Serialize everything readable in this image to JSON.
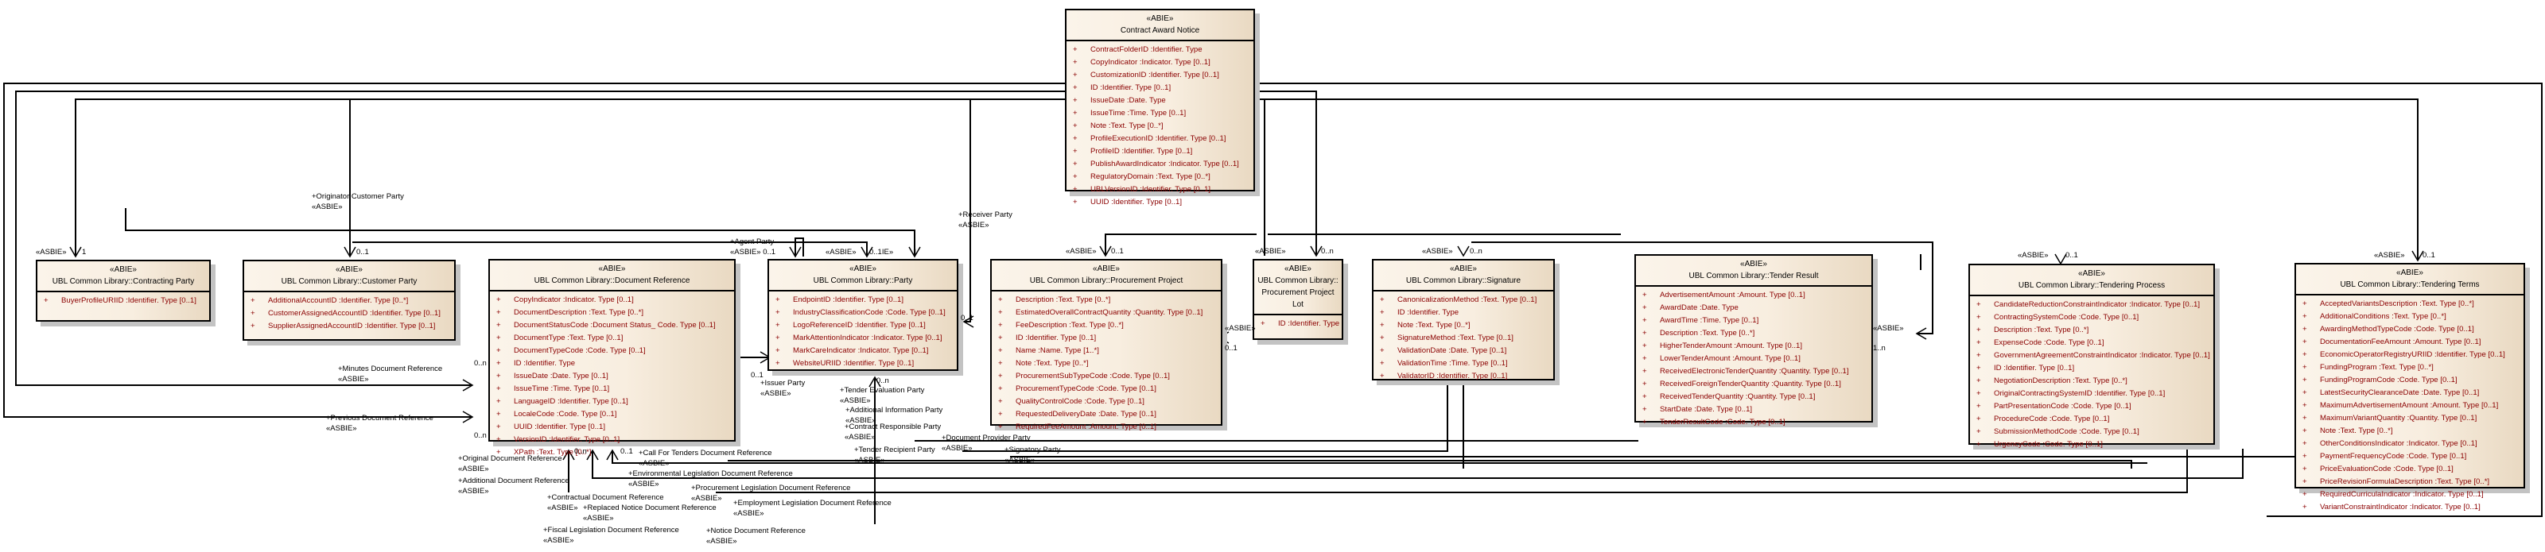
{
  "classes": {
    "contract_award_notice": {
      "stereotype": "«ABIE»",
      "name": "Contract Award Notice",
      "attributes": [
        "ContractFolderID  :Identifier. Type",
        "CopyIndicator  :Indicator. Type [0..1]",
        "CustomizationID  :Identifier. Type [0..1]",
        "ID  :Identifier. Type [0..1]",
        "IssueDate  :Date. Type",
        "IssueTime  :Time. Type [0..1]",
        "Note  :Text. Type [0..*]",
        "ProfileExecutionID  :Identifier. Type [0..1]",
        "ProfileID  :Identifier. Type [0..1]",
        "PublishAwardIndicator  :Indicator. Type [0..1]",
        "RegulatoryDomain  :Text. Type [0..*]",
        "UBLVersionID  :Identifier. Type [0..1]",
        "UUID  :Identifier. Type [0..1]"
      ]
    },
    "contracting_party": {
      "stereotype": "«ABIE»",
      "name": "UBL Common Library::Contracting Party",
      "attributes": [
        "BuyerProfileURIID  :Identifier. Type [0..1]"
      ]
    },
    "customer_party": {
      "stereotype": "«ABIE»",
      "name": "UBL Common Library::Customer Party",
      "attributes": [
        "AdditionalAccountID  :Identifier. Type [0..*]",
        "CustomerAssignedAccountID  :Identifier. Type [0..1]",
        "SupplierAssignedAccountID  :Identifier. Type [0..1]"
      ]
    },
    "document_reference": {
      "stereotype": "«ABIE»",
      "name": "UBL Common Library::Document Reference",
      "attributes": [
        "CopyIndicator  :Indicator. Type [0..1]",
        "DocumentDescription  :Text. Type [0..*]",
        "DocumentStatusCode  :Document Status_ Code. Type [0..1]",
        "DocumentType  :Text. Type [0..1]",
        "DocumentTypeCode  :Code. Type [0..1]",
        "ID  :Identifier. Type",
        "IssueDate  :Date. Type [0..1]",
        "IssueTime  :Time. Type [0..1]",
        "LanguageID  :Identifier. Type [0..1]",
        "LocaleCode  :Code. Type [0..1]",
        "UUID  :Identifier. Type [0..1]",
        "VersionID  :Identifier. Type [0..1]",
        "XPath  :Text. Type [0..*]"
      ]
    },
    "party": {
      "stereotype": "«ABIE»",
      "name": "UBL Common Library::Party",
      "attributes": [
        "EndpointID  :Identifier. Type [0..1]",
        "IndustryClassificationCode  :Code. Type [0..1]",
        "LogoReferenceID  :Identifier. Type [0..1]",
        "MarkAttentionIndicator  :Indicator. Type [0..1]",
        "MarkCareIndicator  :Indicator. Type [0..1]",
        "WebsiteURIID  :Identifier. Type [0..1]"
      ]
    },
    "procurement_project": {
      "stereotype": "«ABIE»",
      "name": "UBL Common Library::Procurement Project",
      "attributes": [
        "Description  :Text. Type [0..*]",
        "EstimatedOverallContractQuantity  :Quantity. Type [0..1]",
        "FeeDescription  :Text. Type [0..*]",
        "ID  :Identifier. Type [0..1]",
        "Name  :Name. Type [1..*]",
        "Note  :Text. Type [0..*]",
        "ProcurementSubTypeCode  :Code. Type [0..1]",
        "ProcurementTypeCode  :Code. Type [0..1]",
        "QualityControlCode  :Code. Type [0..1]",
        "RequestedDeliveryDate  :Date. Type [0..1]",
        "RequiredFeeAmount  :Amount. Type [0..1]"
      ]
    },
    "procurement_project_lot": {
      "stereotype": "«ABIE»",
      "name": "UBL Common Library:: Procurement Project Lot",
      "attributes": [
        "ID  :Identifier. Type"
      ]
    },
    "signature": {
      "stereotype": "«ABIE»",
      "name": "UBL Common Library::Signature",
      "attributes": [
        "CanonicalizationMethod  :Text. Type [0..1]",
        "ID  :Identifier. Type",
        "Note  :Text. Type [0..*]",
        "SignatureMethod  :Text. Type [0..1]",
        "ValidationDate  :Date. Type [0..1]",
        "ValidationTime  :Time. Type [0..1]",
        "ValidatorID  :Identifier. Type [0..1]"
      ]
    },
    "tender_result": {
      "stereotype": "«ABIE»",
      "name": "UBL Common Library::Tender Result",
      "attributes": [
        "AdvertisementAmount  :Amount. Type [0..1]",
        "AwardDate  :Date. Type",
        "AwardTime  :Time. Type [0..1]",
        "Description  :Text. Type [0..*]",
        "HigherTenderAmount  :Amount. Type [0..1]",
        "LowerTenderAmount  :Amount. Type [0..1]",
        "ReceivedElectronicTenderQuantity  :Quantity. Type [0..1]",
        "ReceivedForeignTenderQuantity  :Quantity. Type [0..1]",
        "ReceivedTenderQuantity  :Quantity. Type [0..1]",
        "StartDate  :Date. Type [0..1]",
        "TenderResultCode  :Code. Type [0..1]"
      ]
    },
    "tendering_process": {
      "stereotype": "«ABIE»",
      "name": "UBL Common Library::Tendering Process",
      "attributes": [
        "CandidateReductionConstraintIndicator  :Indicator. Type [0..1]",
        "ContractingSystemCode  :Code. Type [0..1]",
        "Description  :Text. Type [0..*]",
        "ExpenseCode  :Code. Type [0..1]",
        "GovernmentAgreementConstraintIndicator  :Indicator. Type [0..1]",
        "ID  :Identifier. Type [0..1]",
        "NegotiationDescription  :Text. Type [0..*]",
        "OriginalContractingSystemID  :Identifier. Type [0..1]",
        "PartPresentationCode  :Code. Type [0..1]",
        "ProcedureCode  :Code. Type [0..1]",
        "SubmissionMethodCode  :Code. Type [0..1]",
        "UrgencyCode  :Code. Type [0..1]"
      ]
    },
    "tendering_terms": {
      "stereotype": "«ABIE»",
      "name": "UBL Common Library::Tendering Terms",
      "attributes": [
        "AcceptedVariantsDescription  :Text. Type [0..*]",
        "AdditionalConditions  :Text. Type [0..*]",
        "AwardingMethodTypeCode  :Code. Type [0..1]",
        "DocumentationFeeAmount  :Amount. Type [0..1]",
        "EconomicOperatorRegistryURIID  :Identifier. Type [0..1]",
        "FundingProgram  :Text. Type [0..*]",
        "FundingProgramCode  :Code. Type [0..1]",
        "LatestSecurityClearanceDate  :Date. Type [0..1]",
        "MaximumAdvertisementAmount  :Amount. Type [0..1]",
        "MaximumVariantQuantity  :Quantity. Type [0..1]",
        "Note  :Text. Type [0..*]",
        "OtherConditionsIndicator  :Indicator. Type [0..1]",
        "PaymentFrequencyCode  :Code. Type [0..1]",
        "PriceEvaluationCode  :Code. Type [0..1]",
        "PriceRevisionFormulaDescription  :Text. Type [0..*]",
        "RequiredCurriculaIndicator  :Indicator. Type [0..1]",
        "VariantConstraintIndicator  :Indicator. Type [0..1]"
      ]
    }
  },
  "visibility_marker": "+",
  "roles": {
    "originator_customer_party": "+Originator Customer Party",
    "receiver_party": "+Receiver Party",
    "agent_party": "+Agent Party",
    "issuer_party": "+Issuer Party",
    "minutes_document_reference": "+Minutes Document Reference",
    "previous_document_reference": "+Previous Document Reference",
    "original_document_reference": "+Original Document Reference",
    "additional_document_reference": "+Additional Document Reference",
    "contractual_document_reference": "+Contractual Document Reference",
    "replaced_notice_document_reference": "+Replaced Notice Document Reference",
    "fiscal_legislation_document_reference": "+Fiscal Legislation Document Reference",
    "call_for_tenders_document_reference": "+Call For Tenders Document Reference",
    "environmental_legislation_document_reference": "+Environmental Legislation Document Reference",
    "procurement_legislation_document_reference": "+Procurement Legislation Document Reference",
    "employment_legislation_document_reference": "+Employment Legislation Document Reference",
    "notice_document_reference": "+Notice Document Reference",
    "tender_evaluation_party": "+Tender Evaluation Party",
    "additional_information_party": "+Additional Information Party",
    "contract_responsible_party": "+Contract Responsible Party",
    "tender_recipient_party": "+Tender Recipient Party",
    "document_provider_party": "+Document Provider Party",
    "signatory_party": "+Signatory Party"
  },
  "stereotype_asbie": "«ASBIE»",
  "multiplicities": {
    "one": "1",
    "zero_one": "0..1",
    "zero_n": "0..n",
    "one_n": "1..n",
    "zero_one_ie": "0..1IE»"
  }
}
